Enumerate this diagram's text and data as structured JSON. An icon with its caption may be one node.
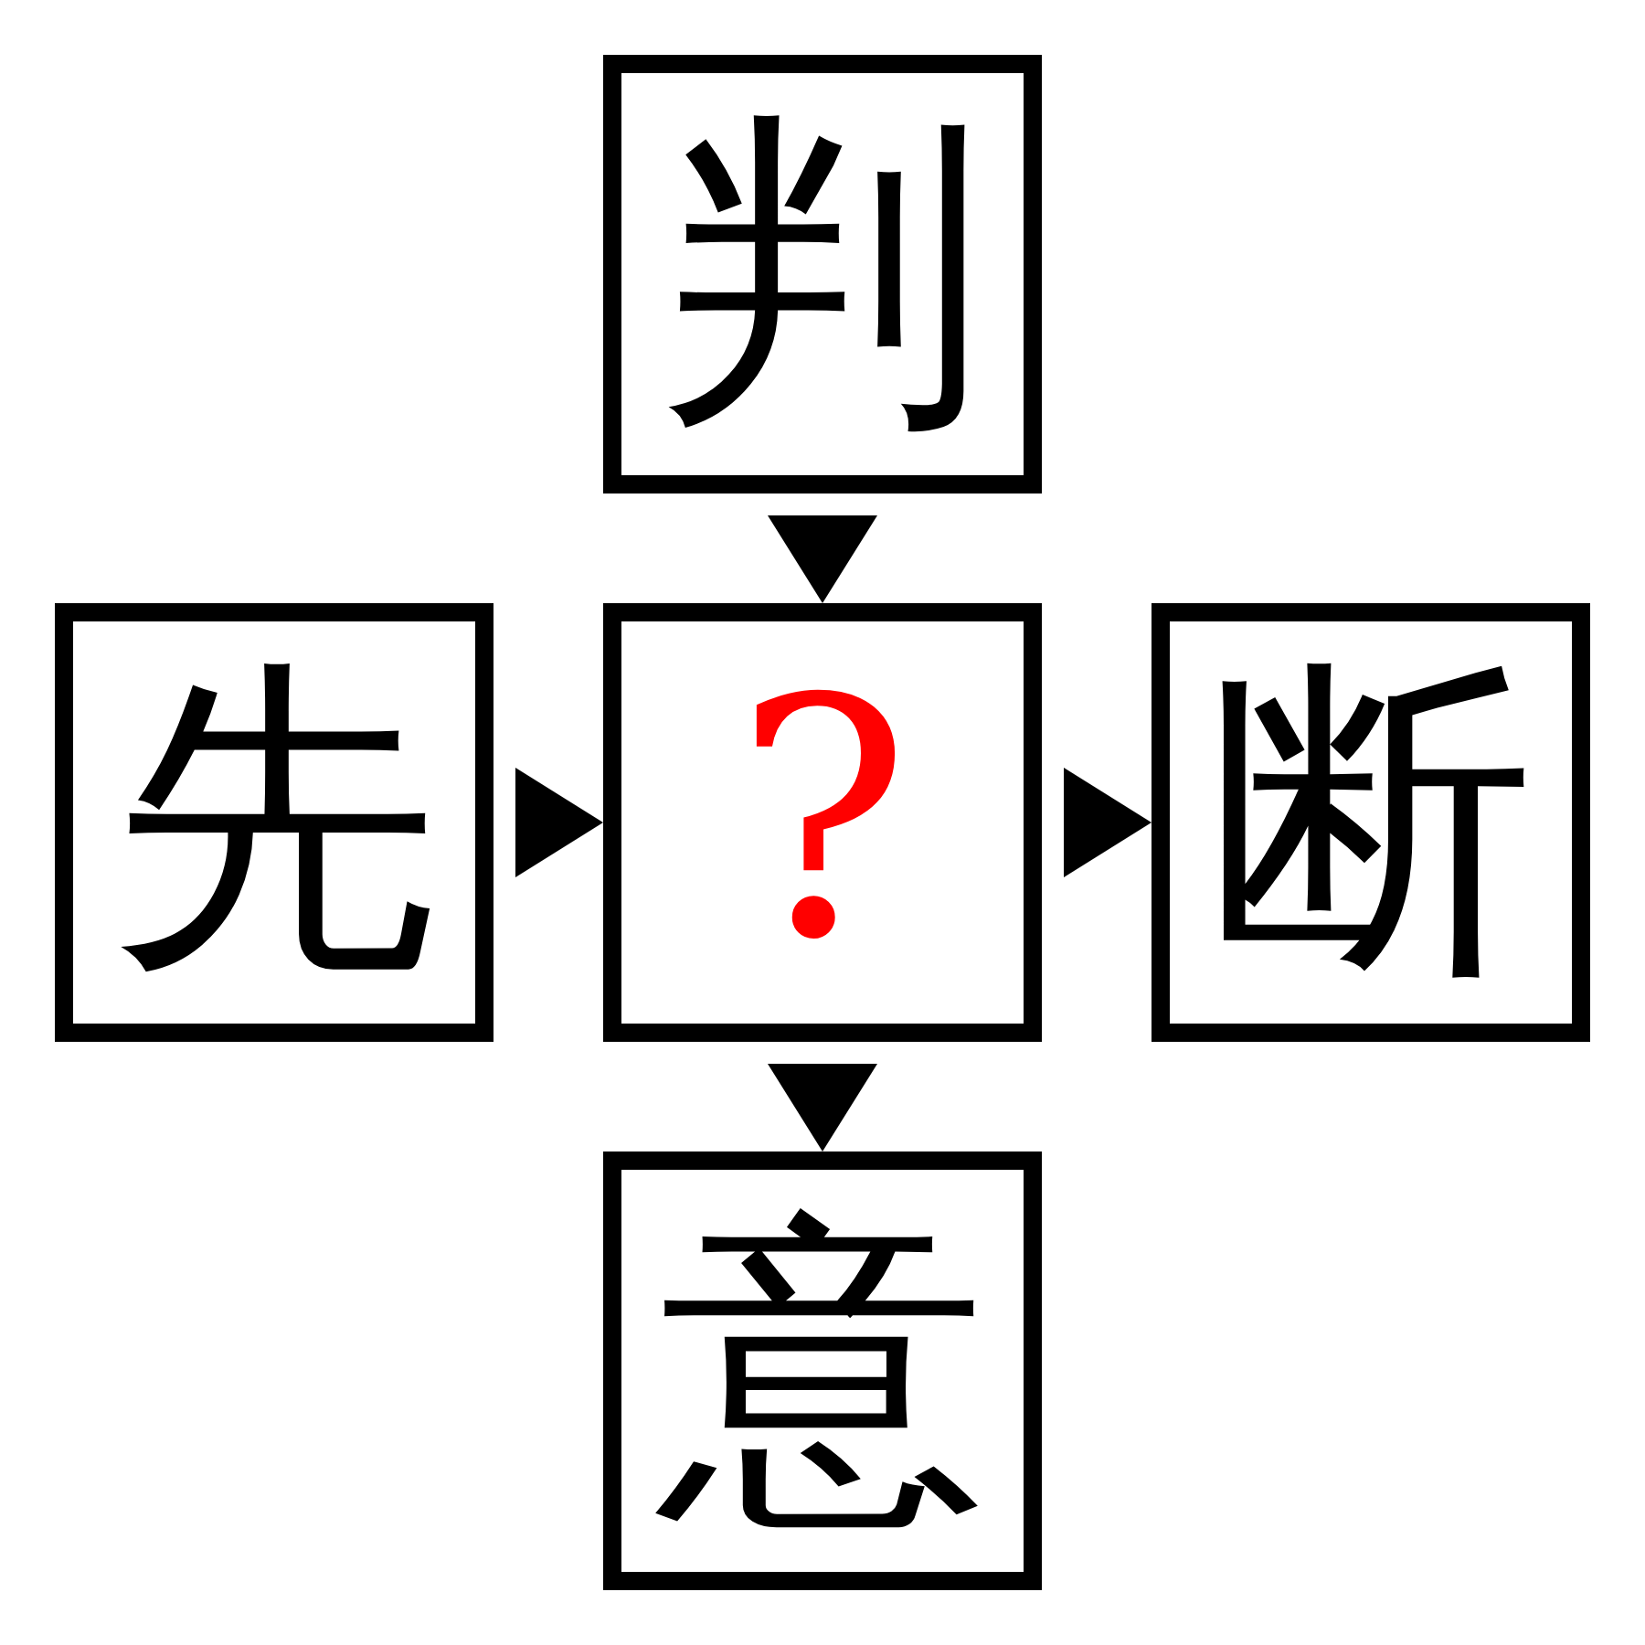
{
  "diagram": {
    "nodes": [
      {
        "text": [
          "判"
        ]
      },
      {
        "text": [
          "先"
        ]
      },
      {
        "text": [
          "?"
        ]
      },
      {
        "text": [
          "断"
        ]
      },
      {
        "text": [
          "意"
        ]
      }
    ],
    "edges": [
      {
        "from": 0,
        "to": 2,
        "arrow": "to"
      },
      {
        "from": 1,
        "to": 2,
        "arrow": "to"
      },
      {
        "from": 2,
        "to": 3,
        "arrow": "to"
      },
      {
        "from": 2,
        "to": 4,
        "arrow": "to"
      }
    ]
  }
}
